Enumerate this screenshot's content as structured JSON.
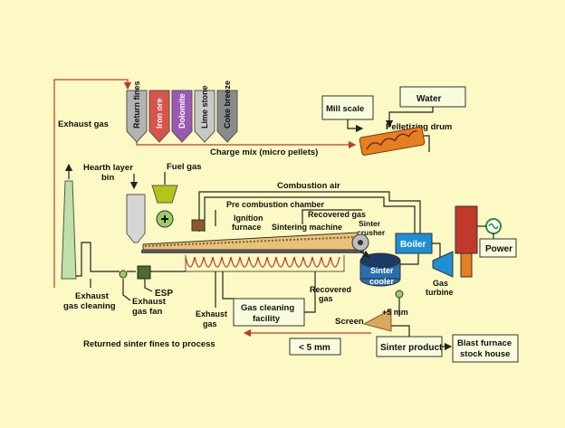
{
  "hoppers": [
    "Return fines",
    "Iron ore",
    "Dolomite",
    "Lime stone",
    "Coke breeze"
  ],
  "labels": {
    "water": "Water",
    "mill_scale": "Mill scale",
    "pelletizing_drum": "Pelletizing drum",
    "charge_mix": "Charge mix (micro pellets)",
    "exhaust_gas": "Exhaust gas",
    "hearth_layer_bin": "Hearth layer bin",
    "fuel_gas": "Fuel gas",
    "combustion_air": "Combustion air",
    "pre_combustion_chamber": "Pre combustion chamber",
    "recovered_gas_top": "Recovered gas",
    "ignition_furnace": "Ignition furnace",
    "sintering_machine": "Sintering machine",
    "sinter_crusher": "Sinter crusher",
    "boiler": "Boiler",
    "power": "Power",
    "sinter_cooler": "Sinter cooler",
    "gas_turbine": "Gas turbine",
    "exhaust_gas_cleaning": "Exhaust gas cleaning",
    "exhaust_gas_fan": "Exhaust gas fan",
    "esp": "ESP",
    "exhaust_gas_bottom": "Exhaust gas",
    "gas_cleaning_facility": "Gas cleaning facility",
    "recovered_gas_bottom": "Recovered gas",
    "screen": "Screen",
    "plus5mm": "+5 mm",
    "returned_fines": "Returned sinter fines to process",
    "minus5mm": "< 5 mm",
    "sinter_product": "Sinter product",
    "blast_furnace": "Blast furnace stock house"
  },
  "colors": {
    "background": "#fdf9c4",
    "hopper_fill": "#b3b3b3",
    "iron_ore": "#d9534f",
    "dolomite": "#9b59b6",
    "coke": "#8a8a8a",
    "drum": "#e67e22",
    "flow_red": "#c0392b",
    "fuel_hopper": "#b4c418",
    "boiler_fill": "#1e8fd4",
    "turbine_red": "#c0392b",
    "cooler_blue": "#2a6eb0",
    "green_gen": "#2b8a3e"
  }
}
